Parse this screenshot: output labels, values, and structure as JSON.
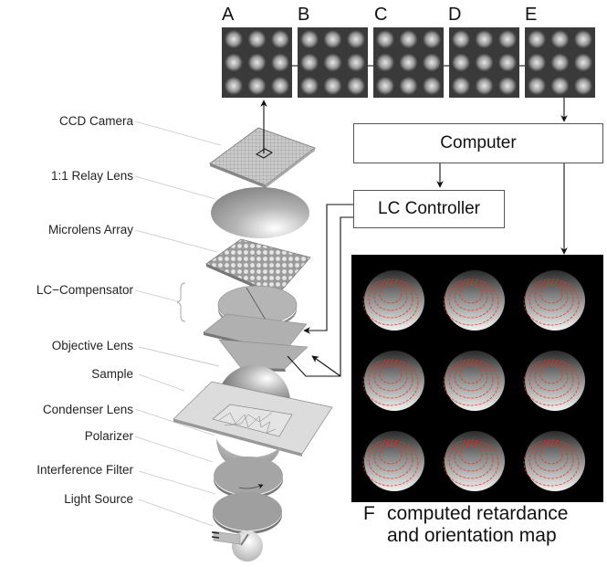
{
  "figure": {
    "raw_images": {
      "panels": [
        {
          "letter": "A",
          "description": "raw microlens image, compensator setting A"
        },
        {
          "letter": "B",
          "description": "raw microlens image, compensator setting B"
        },
        {
          "letter": "C",
          "description": "raw microlens image, compensator setting C"
        },
        {
          "letter": "D",
          "description": "raw microlens image, compensator setting D"
        },
        {
          "letter": "E",
          "description": "raw microlens image, compensator setting E"
        }
      ],
      "grid": "3x3"
    },
    "components": [
      {
        "label": "CCD Camera"
      },
      {
        "label": "1:1 Relay Lens"
      },
      {
        "label": "Microlens Array"
      },
      {
        "label": "LC−Compensator"
      },
      {
        "label": "Objective Lens"
      },
      {
        "label": "Sample"
      },
      {
        "label": "Condenser Lens"
      },
      {
        "label": "Polarizer"
      },
      {
        "label": "Interference Filter"
      },
      {
        "label": "Light Source"
      }
    ],
    "boxes": {
      "computer": "Computer",
      "lc_controller": "LC Controller"
    },
    "result_panel": {
      "letter": "F",
      "caption_line1": "computed retardance",
      "caption_line2": "and orientation map",
      "grid": "3x3"
    },
    "colors": {
      "line": "#222222",
      "component_gray": "#a8a8a8",
      "map_background": "#000000",
      "orientation_lines": "#e0391f"
    }
  }
}
